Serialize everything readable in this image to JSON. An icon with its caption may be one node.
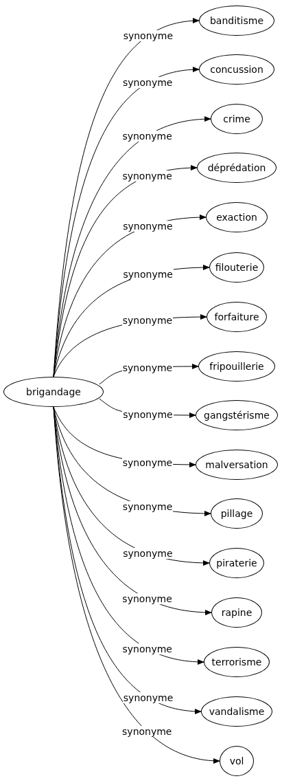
{
  "diagram": {
    "nodes": [
      {
        "text": [
          "brigandage"
        ]
      },
      {
        "text": [
          "banditisme"
        ]
      },
      {
        "text": [
          "concussion"
        ]
      },
      {
        "text": [
          "crime"
        ]
      },
      {
        "text": [
          "déprédation"
        ]
      },
      {
        "text": [
          "exaction"
        ]
      },
      {
        "text": [
          "filouterie"
        ]
      },
      {
        "text": [
          "forfaiture"
        ]
      },
      {
        "text": [
          "fripouillerie"
        ]
      },
      {
        "text": [
          "gangstérisme"
        ]
      },
      {
        "text": [
          "malversation"
        ]
      },
      {
        "text": [
          "pillage"
        ]
      },
      {
        "text": [
          "piraterie"
        ]
      },
      {
        "text": [
          "rapine"
        ]
      },
      {
        "text": [
          "terrorisme"
        ]
      },
      {
        "text": [
          "vandalisme"
        ]
      },
      {
        "text": [
          "vol"
        ]
      }
    ],
    "edges": [
      {
        "from": 0,
        "to": 1,
        "label": "synonyme",
        "arrow": "to"
      },
      {
        "from": 0,
        "to": 2,
        "label": "synonyme",
        "arrow": "to"
      },
      {
        "from": 0,
        "to": 3,
        "label": "synonyme",
        "arrow": "to"
      },
      {
        "from": 0,
        "to": 4,
        "label": "synonyme",
        "arrow": "to"
      },
      {
        "from": 0,
        "to": 5,
        "label": "synonyme",
        "arrow": "to"
      },
      {
        "from": 0,
        "to": 6,
        "label": "synonyme",
        "arrow": "to"
      },
      {
        "from": 0,
        "to": 7,
        "label": "synonyme",
        "arrow": "to"
      },
      {
        "from": 0,
        "to": 8,
        "label": "synonyme",
        "arrow": "to"
      },
      {
        "from": 0,
        "to": 9,
        "label": "synonyme",
        "arrow": "to"
      },
      {
        "from": 0,
        "to": 10,
        "label": "synonyme",
        "arrow": "to"
      },
      {
        "from": 0,
        "to": 11,
        "label": "synonyme",
        "arrow": "to"
      },
      {
        "from": 0,
        "to": 12,
        "label": "synonyme",
        "arrow": "to"
      },
      {
        "from": 0,
        "to": 13,
        "label": "synonyme",
        "arrow": "to"
      },
      {
        "from": 0,
        "to": 14,
        "label": "synonyme",
        "arrow": "to"
      },
      {
        "from": 0,
        "to": 15,
        "label": "synonyme",
        "arrow": "to"
      },
      {
        "from": 0,
        "to": 16,
        "label": "synonyme",
        "arrow": "to"
      }
    ]
  }
}
